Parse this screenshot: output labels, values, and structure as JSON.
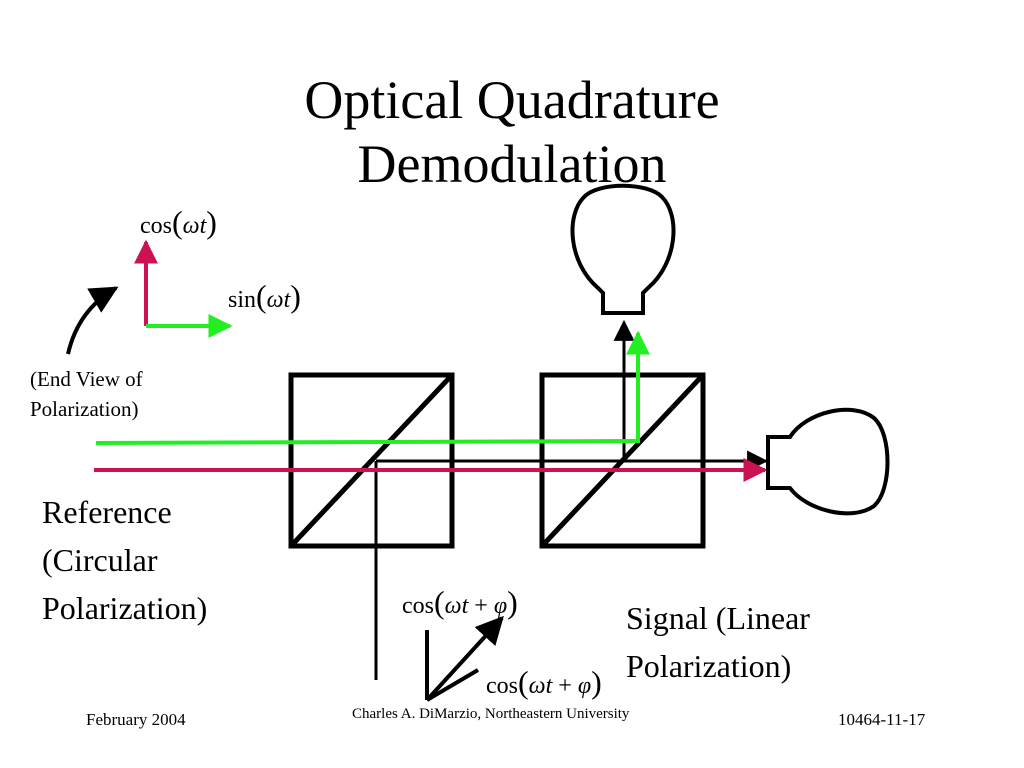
{
  "slide": {
    "title_line1": "Optical Quadrature",
    "title_line2": "Demodulation"
  },
  "labels": {
    "reference_line1": "Reference",
    "reference_line2": "(Circular",
    "reference_line3": "Polarization)",
    "end_view_line1": "(End View of",
    "end_view_line2": "Polarization)",
    "signal_line1": "Signal (Linear",
    "signal_line2": "Polarization)"
  },
  "math": {
    "cos": "cos",
    "sin": "sin",
    "omega": "ω",
    "t": "t",
    "plus": "+",
    "phi": "φ",
    "lparen": "(",
    "rparen": ")"
  },
  "footer": {
    "date": "February 2004",
    "author": "Charles A. DiMarzio, Northeastern University",
    "slide_id": "10464-11-17"
  },
  "colors": {
    "green_beam": "#22ee22",
    "red_beam": "#cc1155",
    "black": "#000000"
  }
}
